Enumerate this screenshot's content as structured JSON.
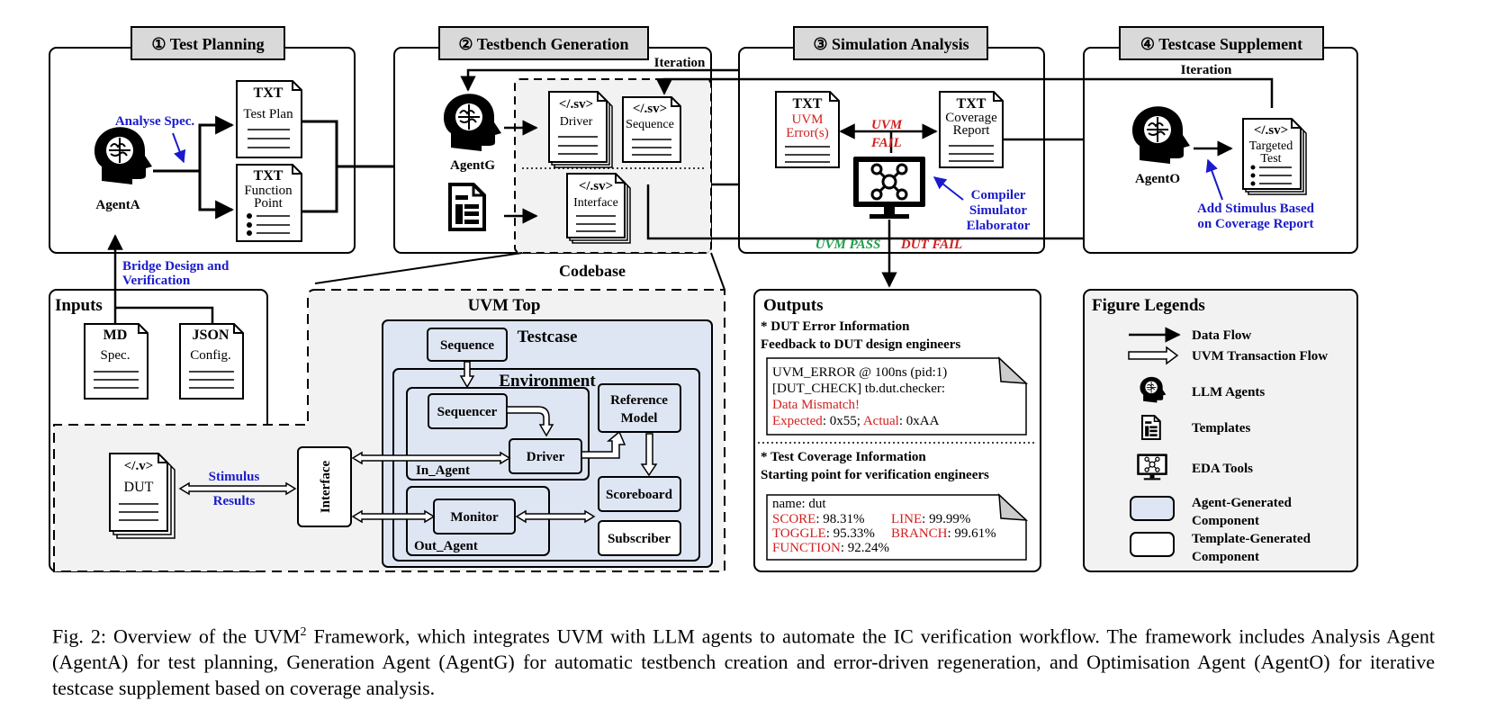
{
  "stages": {
    "s1": "① Test Planning",
    "s2": "② Testbench Generation",
    "s3": "③ Simulation Analysis",
    "s4": "④ Testcase Supplement"
  },
  "planning": {
    "analyse_spec": "Analyse Spec.",
    "agentA": "AgentA",
    "test_plan_type": "TXT",
    "test_plan": "Test Plan",
    "fp_type": "TXT",
    "fp_line1": "Function",
    "fp_line2": "Point"
  },
  "generation": {
    "iteration": "Iteration",
    "agentG": "AgentG",
    "driver_type": "</.sv>",
    "driver": "Driver",
    "sequence_type": "</.sv>",
    "sequence": "Sequence",
    "interface_type": "</.sv>",
    "interface": "Interface",
    "codebase": "Codebase"
  },
  "simulation": {
    "err_type": "TXT",
    "err_line1": "UVM",
    "err_line2": "Error(s)",
    "uvm_fail_1": "UVM",
    "uvm_fail_2": "FAIL",
    "cov_type": "TXT",
    "cov_line1": "Coverage",
    "cov_line2": "Report",
    "tool_1": "Compiler",
    "tool_2": "Simulator",
    "tool_3": "Elaborator",
    "uvm_pass": "UVM PASS",
    "dut_fail": "DUT FAIL"
  },
  "supplement": {
    "iteration": "Iteration",
    "agentO": "AgentO",
    "tt_type": "</.sv>",
    "tt_line1": "Targeted",
    "tt_line2": "Test",
    "add_1": "Add Stimulus Based",
    "add_2": "on Coverage Report"
  },
  "inputs": {
    "bridge_1": "Bridge Design and",
    "bridge_2": "Verification",
    "title": "Inputs",
    "md_type": "MD",
    "md": "Spec.",
    "json_type": "JSON",
    "json": "Config."
  },
  "uvm": {
    "top": "UVM Top",
    "testcase": "Testcase",
    "sequence": "Sequence",
    "environment": "Environment",
    "sequencer": "Sequencer",
    "driver": "Driver",
    "in_agent": "In_Agent",
    "ref_1": "Reference",
    "ref_2": "Model",
    "scoreboard": "Scoreboard",
    "monitor": "Monitor",
    "out_agent": "Out_Agent",
    "subscriber": "Subscriber",
    "interface": "Interface",
    "dut_type": "</.v>",
    "dut": "DUT",
    "stimulus": "Stimulus",
    "results": "Results"
  },
  "outputs": {
    "title": "Outputs",
    "dut_err_title": "* DUT Error Information",
    "dut_err_sub": "Feedback to DUT design engineers",
    "log_1": "UVM_ERROR @ 100ns (pid:1)",
    "log_2": "[DUT_CHECK] tb.dut.checker:",
    "log_3": "Data Mismatch!",
    "log_4a": "Expected",
    "log_4b": ": 0x55; ",
    "log_4c": "Actual",
    "log_4d": ": 0xAA",
    "cov_title": "* Test Coverage Information",
    "cov_sub": "Starting point for verification engineers",
    "cov_name": "name: dut",
    "score_k": "SCORE",
    "score_v": ": 98.31%",
    "line_k": "LINE",
    "line_v": ": 99.99%",
    "toggle_k": "TOGGLE",
    "toggle_v": ": 95.33%",
    "branch_k": "BRANCH",
    "branch_v": ": 99.61%",
    "function_k": "FUNCTION",
    "function_v": ": 92.24%"
  },
  "legend": {
    "title": "Figure Legends",
    "data_flow": "Data Flow",
    "uvm_flow": "UVM Transaction Flow",
    "llm": "LLM Agents",
    "templates": "Templates",
    "eda": "EDA Tools",
    "agent_gen_1": "Agent-Generated",
    "agent_gen_2": "Component",
    "tmpl_gen_1": "Template-Generated",
    "tmpl_gen_2": "Component"
  },
  "caption": {
    "part1": "Fig. 2: Overview of the UVM",
    "sup": "2",
    "part2": " Framework, which integrates UVM with LLM agents to automate the IC verification workflow. The framework includes Analysis Agent (AgentA) for test planning, Generation Agent (AgentG) for automatic testbench creation and error-driven regeneration, and Optimisation Agent (AgentO) for iterative testcase supplement based on coverage analysis."
  },
  "colors": {
    "agent_generated": "#dfe6f3",
    "template_generated": "#f2f2f2",
    "stage_header": "#d9d9d9",
    "blue_text": "#1a1acc",
    "red_text": "#d11f1f",
    "green_text": "#1e9e4a"
  }
}
